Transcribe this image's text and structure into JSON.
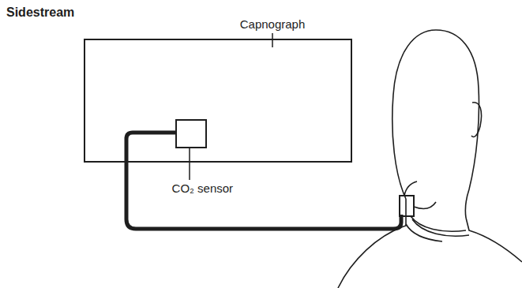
{
  "diagram": {
    "title": "Sidestream",
    "nodes": [
      {
        "text": [
          "Capnograph"
        ]
      },
      {
        "text": [
          "CO₂ sensor"
        ],
        "in": 0
      }
    ]
  }
}
